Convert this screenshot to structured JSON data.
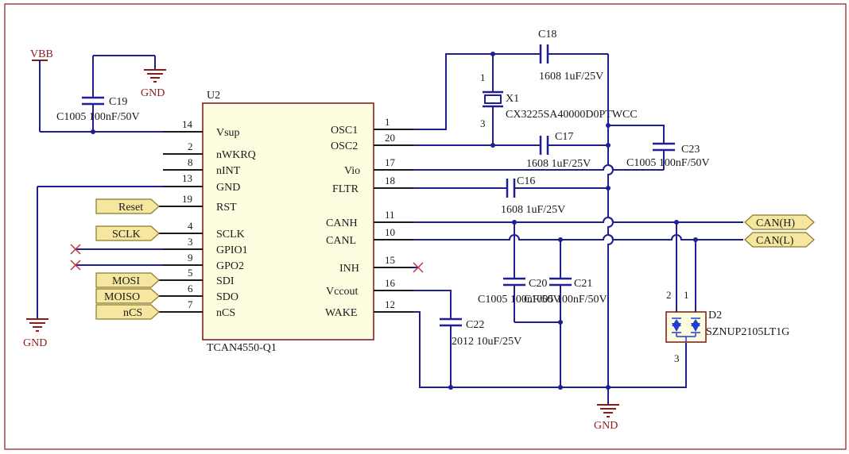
{
  "ic": {
    "ref": "U2",
    "part": "TCAN4550-Q1",
    "left_pins": [
      {
        "num": "14",
        "name": "Vsup"
      },
      {
        "num": "2",
        "name": "nWKRQ"
      },
      {
        "num": "8",
        "name": "nINT"
      },
      {
        "num": "13",
        "name": "GND"
      },
      {
        "num": "19",
        "name": "RST"
      },
      {
        "num": "4",
        "name": "SCLK"
      },
      {
        "num": "3",
        "name": "GPIO1"
      },
      {
        "num": "9",
        "name": "GPO2"
      },
      {
        "num": "5",
        "name": "SDI"
      },
      {
        "num": "6",
        "name": "SDO"
      },
      {
        "num": "7",
        "name": "nCS"
      }
    ],
    "right_pins": [
      {
        "num": "1",
        "name": "OSC1"
      },
      {
        "num": "20",
        "name": "OSC2"
      },
      {
        "num": "17",
        "name": "Vio"
      },
      {
        "num": "18",
        "name": "FLTR"
      },
      {
        "num": "11",
        "name": "CANH"
      },
      {
        "num": "10",
        "name": "CANL"
      },
      {
        "num": "15",
        "name": "INH"
      },
      {
        "num": "16",
        "name": "Vccout"
      },
      {
        "num": "12",
        "name": "WAKE"
      }
    ]
  },
  "ports_left": [
    "Reset",
    "SCLK",
    "MOSI",
    "MOISO",
    "nCS"
  ],
  "ports_right": [
    "CAN(H)",
    "CAN(L)"
  ],
  "power": {
    "vbb": "VBB",
    "gnd": "GND"
  },
  "caps": {
    "c19": {
      "ref": "C19",
      "value": "C1005 100nF/50V"
    },
    "c18": {
      "ref": "C18",
      "value": "1608 1uF/25V"
    },
    "c17": {
      "ref": "C17",
      "value": "1608 1uF/25V"
    },
    "c23": {
      "ref": "C23",
      "value": "C1005 100nF/50V"
    },
    "c16": {
      "ref": "C16",
      "value": "1608 1uF/25V"
    },
    "c20": {
      "ref": "C20",
      "value": "C1005 100nF/50V"
    },
    "c21": {
      "ref": "C21",
      "value": "C1005 100nF/50V"
    },
    "c22": {
      "ref": "C22",
      "value": "2012 10uF/25V"
    }
  },
  "crystal": {
    "ref": "X1",
    "part": "CX3225SA40000D0PTWCC",
    "pin_top": "1",
    "pin_bottom": "3"
  },
  "diode": {
    "ref": "D2",
    "part": "SZNUP2105LT1G",
    "pin_a": "2",
    "pin_b": "1",
    "pin_c": "3"
  }
}
